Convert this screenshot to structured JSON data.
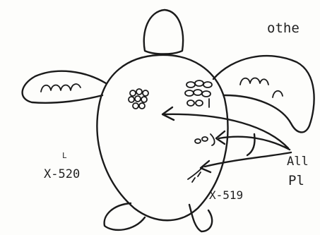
{
  "labels": {
    "top_right": "othe",
    "right_mid_line1": "All",
    "right_mid_line2": "Pl",
    "left_bottom": "X-520",
    "mid_bottom": "X-519",
    "left_small": "L"
  },
  "colors": {
    "ink": "#1a1a1a",
    "paper": "#fdfdfb"
  }
}
